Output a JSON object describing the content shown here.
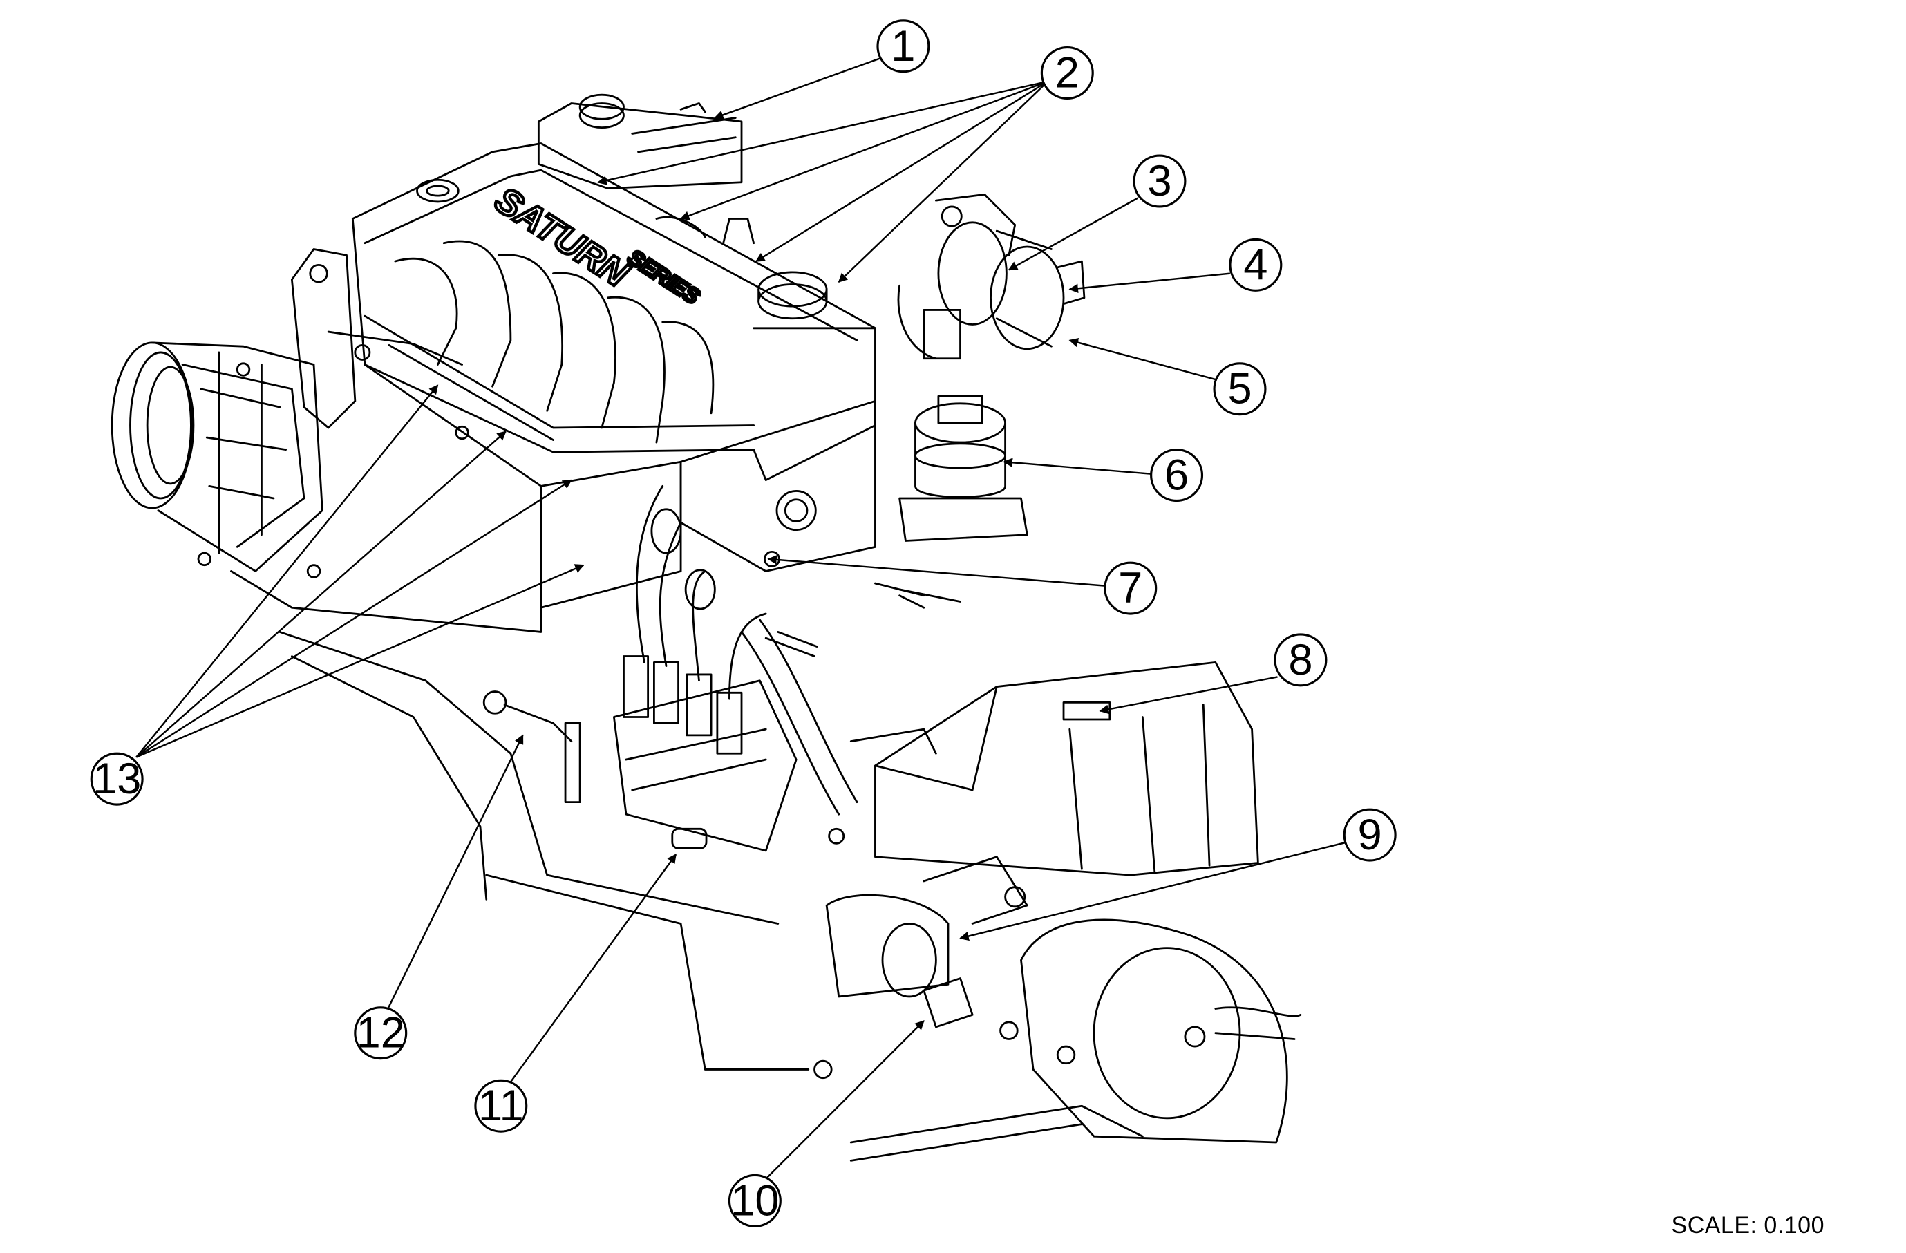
{
  "diagram": {
    "emblem_text": "SATURN",
    "emblem_subtext": "SERIES",
    "scale_label": "SCALE: 0.100",
    "callouts": [
      "1",
      "2",
      "3",
      "4",
      "5",
      "6",
      "7",
      "8",
      "9",
      "10",
      "11",
      "12",
      "13"
    ]
  }
}
